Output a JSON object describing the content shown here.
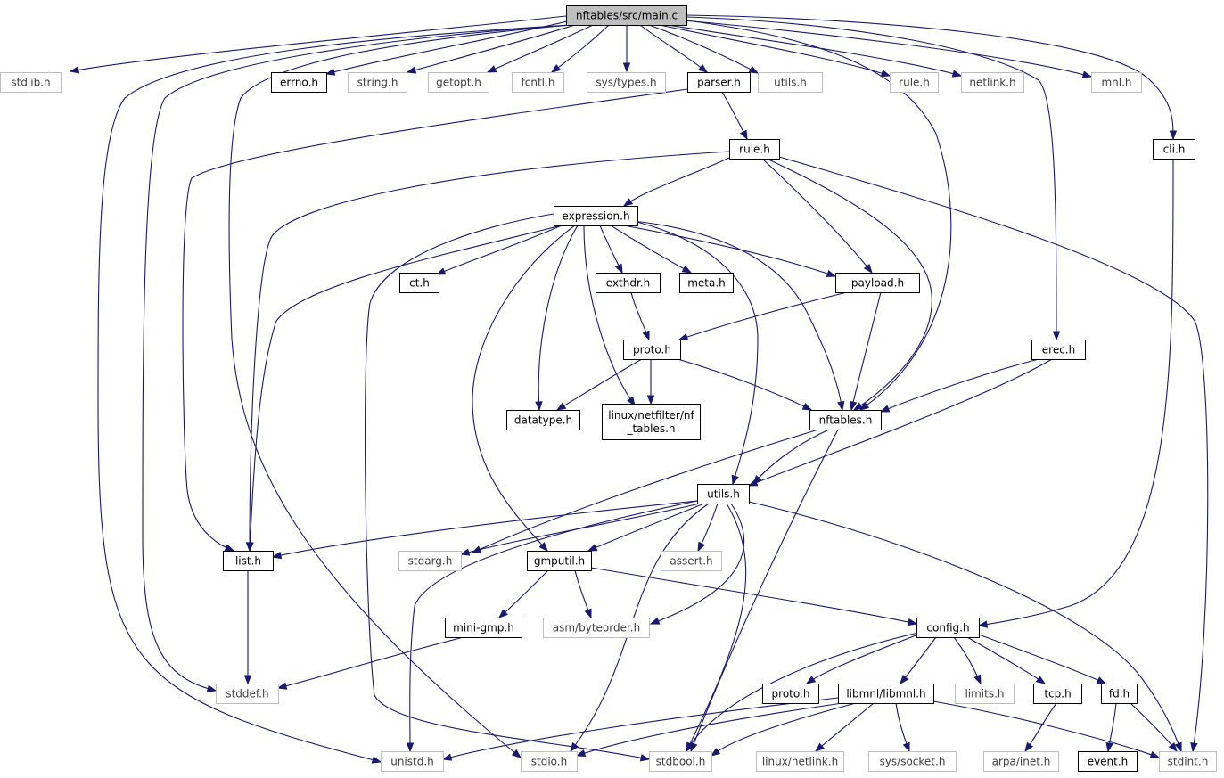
{
  "diagram": {
    "title": "nftables/src/main.c",
    "colors": {
      "edge": "#191970",
      "node_border": "#000000",
      "external_border": "#bfbfbf",
      "external_text": "#3f3f3f",
      "root_fill": "#bfbfbf"
    },
    "nodes": [
      {
        "id": "main_c",
        "label": "nftables/src/main.c",
        "kind": "root"
      },
      {
        "id": "stdlib_h",
        "label": "stdlib.h",
        "kind": "external"
      },
      {
        "id": "errno_h",
        "label": "errno.h",
        "kind": "internal"
      },
      {
        "id": "string_h",
        "label": "string.h",
        "kind": "external"
      },
      {
        "id": "getopt_h",
        "label": "getopt.h",
        "kind": "external"
      },
      {
        "id": "fcntl_h",
        "label": "fcntl.h",
        "kind": "external"
      },
      {
        "id": "systypes_h",
        "label": "sys/types.h",
        "kind": "external"
      },
      {
        "id": "parser_h",
        "label": "parser.h",
        "kind": "internal"
      },
      {
        "id": "utils_h_top",
        "label": "utils.h",
        "kind": "external"
      },
      {
        "id": "rule_h_top",
        "label": "rule.h",
        "kind": "external"
      },
      {
        "id": "netlink_h",
        "label": "netlink.h",
        "kind": "external"
      },
      {
        "id": "mnl_h",
        "label": "mnl.h",
        "kind": "external"
      },
      {
        "id": "cli_h",
        "label": "cli.h",
        "kind": "internal"
      },
      {
        "id": "rule_h",
        "label": "rule.h",
        "kind": "internal"
      },
      {
        "id": "expression_h",
        "label": "expression.h",
        "kind": "internal"
      },
      {
        "id": "ct_h",
        "label": "ct.h",
        "kind": "internal"
      },
      {
        "id": "exthdr_h",
        "label": "exthdr.h",
        "kind": "internal"
      },
      {
        "id": "meta_h",
        "label": "meta.h",
        "kind": "internal"
      },
      {
        "id": "payload_h",
        "label": "payload.h",
        "kind": "internal"
      },
      {
        "id": "erec_h",
        "label": "erec.h",
        "kind": "internal"
      },
      {
        "id": "proto_h",
        "label": "proto.h",
        "kind": "internal"
      },
      {
        "id": "datatype_h",
        "label": "datatype.h",
        "kind": "internal"
      },
      {
        "id": "nf_tables_h",
        "label": "linux/netfilter/nf_tables.h",
        "lines": [
          "linux/netfilter/nf",
          "_tables.h"
        ],
        "kind": "internal"
      },
      {
        "id": "nftables_h",
        "label": "nftables.h",
        "kind": "internal"
      },
      {
        "id": "utils_h",
        "label": "utils.h",
        "kind": "internal"
      },
      {
        "id": "list_h",
        "label": "list.h",
        "kind": "internal"
      },
      {
        "id": "stdarg_h",
        "label": "stdarg.h",
        "kind": "external"
      },
      {
        "id": "gmputil_h",
        "label": "gmputil.h",
        "kind": "internal"
      },
      {
        "id": "assert_h",
        "label": "assert.h",
        "kind": "external"
      },
      {
        "id": "minigmp_h",
        "label": "mini-gmp.h",
        "kind": "internal"
      },
      {
        "id": "asmbyteorder_h",
        "label": "asm/byteorder.h",
        "kind": "external"
      },
      {
        "id": "config_h",
        "label": "config.h",
        "kind": "internal"
      },
      {
        "id": "stddef_h",
        "label": "stddef.h",
        "kind": "external"
      },
      {
        "id": "proto_h2",
        "label": "proto.h",
        "kind": "internal"
      },
      {
        "id": "libmnl_h",
        "label": "libmnl/libmnl.h",
        "kind": "internal"
      },
      {
        "id": "limits_h",
        "label": "limits.h",
        "kind": "external"
      },
      {
        "id": "tcp_h",
        "label": "tcp.h",
        "kind": "internal"
      },
      {
        "id": "fd_h",
        "label": "fd.h",
        "kind": "internal"
      },
      {
        "id": "unistd_h",
        "label": "unistd.h",
        "kind": "external"
      },
      {
        "id": "stdio_h",
        "label": "stdio.h",
        "kind": "external"
      },
      {
        "id": "stdbool_h",
        "label": "stdbool.h",
        "kind": "external"
      },
      {
        "id": "linuxnetlink_h",
        "label": "linux/netlink.h",
        "kind": "external"
      },
      {
        "id": "syssocket_h",
        "label": "sys/socket.h",
        "kind": "external"
      },
      {
        "id": "arpainet_h",
        "label": "arpa/inet.h",
        "kind": "external"
      },
      {
        "id": "event_h",
        "label": "event.h",
        "kind": "internal"
      },
      {
        "id": "stdint_h",
        "label": "stdint.h",
        "kind": "external"
      }
    ],
    "edges": [
      {
        "from": "main_c",
        "to": "stdlib_h"
      },
      {
        "from": "main_c",
        "to": "errno_h"
      },
      {
        "from": "main_c",
        "to": "string_h"
      },
      {
        "from": "main_c",
        "to": "getopt_h"
      },
      {
        "from": "main_c",
        "to": "fcntl_h"
      },
      {
        "from": "main_c",
        "to": "systypes_h"
      },
      {
        "from": "main_c",
        "to": "parser_h"
      },
      {
        "from": "main_c",
        "to": "utils_h_top"
      },
      {
        "from": "main_c",
        "to": "rule_h_top"
      },
      {
        "from": "main_c",
        "to": "netlink_h"
      },
      {
        "from": "main_c",
        "to": "mnl_h"
      },
      {
        "from": "main_c",
        "to": "cli_h"
      },
      {
        "from": "main_c",
        "to": "erec_h"
      },
      {
        "from": "main_c",
        "to": "nftables_h"
      },
      {
        "from": "main_c",
        "to": "unistd_h"
      },
      {
        "from": "main_c",
        "to": "stddef_h"
      },
      {
        "from": "main_c",
        "to": "stdio_h"
      },
      {
        "from": "parser_h",
        "to": "rule_h"
      },
      {
        "from": "parser_h",
        "to": "list_h"
      },
      {
        "from": "rule_h",
        "to": "expression_h"
      },
      {
        "from": "rule_h",
        "to": "list_h"
      },
      {
        "from": "rule_h",
        "to": "payload_h"
      },
      {
        "from": "rule_h",
        "to": "nftables_h"
      },
      {
        "from": "rule_h",
        "to": "stdint_h"
      },
      {
        "from": "expression_h",
        "to": "ct_h"
      },
      {
        "from": "expression_h",
        "to": "exthdr_h"
      },
      {
        "from": "expression_h",
        "to": "meta_h"
      },
      {
        "from": "expression_h",
        "to": "payload_h"
      },
      {
        "from": "expression_h",
        "to": "datatype_h"
      },
      {
        "from": "expression_h",
        "to": "nf_tables_h"
      },
      {
        "from": "expression_h",
        "to": "nftables_h"
      },
      {
        "from": "expression_h",
        "to": "utils_h"
      },
      {
        "from": "expression_h",
        "to": "list_h"
      },
      {
        "from": "expression_h",
        "to": "gmputil_h"
      },
      {
        "from": "expression_h",
        "to": "stdbool_h"
      },
      {
        "from": "exthdr_h",
        "to": "proto_h"
      },
      {
        "from": "payload_h",
        "to": "proto_h"
      },
      {
        "from": "payload_h",
        "to": "nftables_h"
      },
      {
        "from": "proto_h",
        "to": "datatype_h"
      },
      {
        "from": "proto_h",
        "to": "nf_tables_h"
      },
      {
        "from": "proto_h",
        "to": "nftables_h"
      },
      {
        "from": "erec_h",
        "to": "nftables_h"
      },
      {
        "from": "erec_h",
        "to": "utils_h"
      },
      {
        "from": "nftables_h",
        "to": "utils_h"
      },
      {
        "from": "nftables_h",
        "to": "stdarg_h"
      },
      {
        "from": "nftables_h",
        "to": "stdbool_h"
      },
      {
        "from": "utils_h",
        "to": "list_h"
      },
      {
        "from": "utils_h",
        "to": "stdarg_h"
      },
      {
        "from": "utils_h",
        "to": "gmputil_h"
      },
      {
        "from": "utils_h",
        "to": "assert_h"
      },
      {
        "from": "utils_h",
        "to": "asmbyteorder_h"
      },
      {
        "from": "utils_h",
        "to": "unistd_h"
      },
      {
        "from": "utils_h",
        "to": "stdio_h"
      },
      {
        "from": "utils_h",
        "to": "stdbool_h"
      },
      {
        "from": "utils_h",
        "to": "stdint_h"
      },
      {
        "from": "list_h",
        "to": "stddef_h"
      },
      {
        "from": "gmputil_h",
        "to": "minigmp_h"
      },
      {
        "from": "gmputil_h",
        "to": "asmbyteorder_h"
      },
      {
        "from": "gmputil_h",
        "to": "config_h"
      },
      {
        "from": "minigmp_h",
        "to": "stddef_h"
      },
      {
        "from": "cli_h",
        "to": "config_h"
      },
      {
        "from": "config_h",
        "to": "proto_h2"
      },
      {
        "from": "config_h",
        "to": "libmnl_h"
      },
      {
        "from": "config_h",
        "to": "limits_h"
      },
      {
        "from": "config_h",
        "to": "tcp_h"
      },
      {
        "from": "config_h",
        "to": "fd_h"
      },
      {
        "from": "config_h",
        "to": "stdbool_h"
      },
      {
        "from": "libmnl_h",
        "to": "unistd_h"
      },
      {
        "from": "libmnl_h",
        "to": "stdio_h"
      },
      {
        "from": "libmnl_h",
        "to": "stdbool_h"
      },
      {
        "from": "libmnl_h",
        "to": "linuxnetlink_h"
      },
      {
        "from": "libmnl_h",
        "to": "syssocket_h"
      },
      {
        "from": "libmnl_h",
        "to": "stdint_h"
      },
      {
        "from": "tcp_h",
        "to": "arpainet_h"
      },
      {
        "from": "fd_h",
        "to": "event_h"
      },
      {
        "from": "fd_h",
        "to": "stdint_h"
      }
    ]
  }
}
